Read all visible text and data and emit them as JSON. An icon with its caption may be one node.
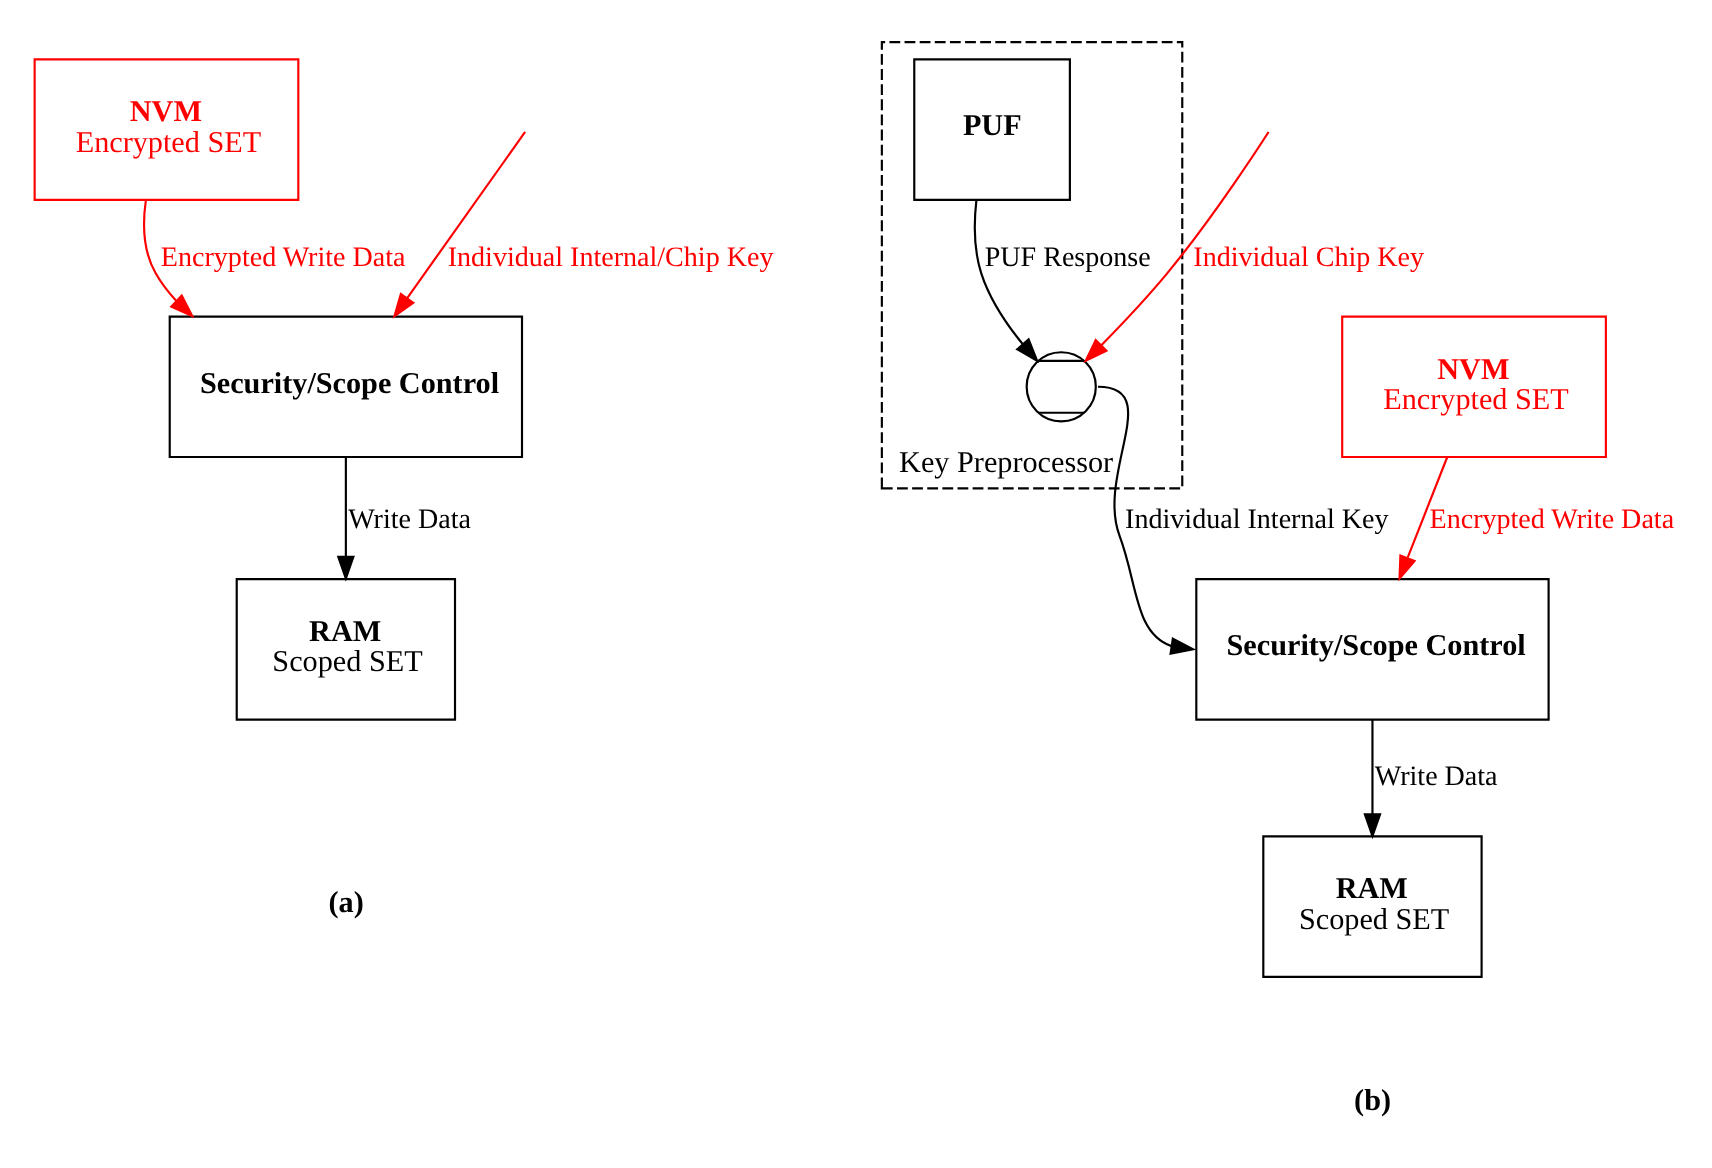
{
  "diagram": {
    "nodes": [
      {
        "text": [
          "NVM",
          "Encrypted SET"
        ]
      },
      {
        "text": [
          "Security/Scope Control"
        ]
      },
      {
        "text": [
          "RAM",
          "Scoped SET"
        ]
      },
      {
        "text": [
          "Key Preprocessor"
        ]
      },
      {
        "text": [
          "PUF"
        ],
        "in": 3
      },
      {
        "text": [],
        "shape": "circle",
        "in": 3
      },
      {
        "text": [
          "NVM",
          "Encrypted SET"
        ]
      },
      {
        "text": [
          "Security/Scope Control"
        ]
      },
      {
        "text": [
          "RAM",
          "Scoped SET"
        ]
      }
    ],
    "edges": [
      {
        "from": 0,
        "to": 1,
        "arrow": "to",
        "label": "Encrypted Write Data",
        "color": "#ff0000"
      },
      {
        "from": null,
        "to": 1,
        "arrow": "to",
        "label": "Individual Internal/Chip Key",
        "color": "#ff0000"
      },
      {
        "from": 1,
        "to": 2,
        "arrow": "to",
        "label": "Write Data",
        "color": "#000000"
      },
      {
        "from": 4,
        "to": 5,
        "arrow": "to",
        "label": "PUF Response",
        "color": "#000000"
      },
      {
        "from": null,
        "to": 5,
        "arrow": "to",
        "label": "Individual Chip Key",
        "color": "#ff0000"
      },
      {
        "from": 5,
        "to": 7,
        "arrow": "to",
        "label": "Individual Internal Key",
        "color": "#000000"
      },
      {
        "from": 6,
        "to": 7,
        "arrow": "to",
        "label": "Encrypted Write Data",
        "color": "#ff0000"
      },
      {
        "from": 7,
        "to": 8,
        "arrow": "to",
        "label": "Write Data",
        "color": "#000000"
      }
    ],
    "labels": [
      "(a)",
      "(b)"
    ]
  }
}
